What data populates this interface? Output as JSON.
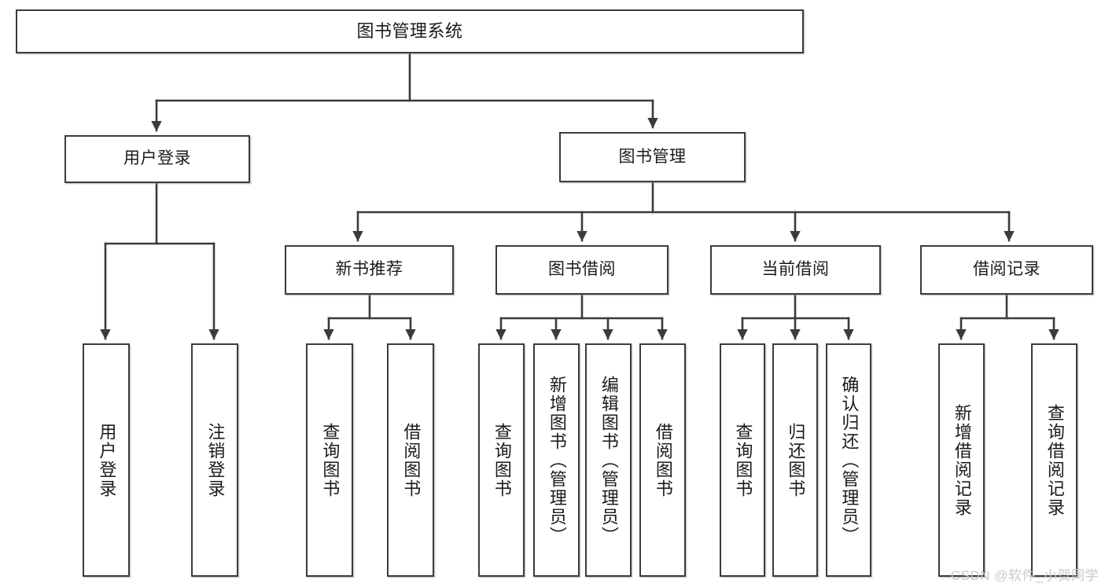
{
  "diagram": {
    "title": "图书管理系统",
    "watermark": "CSDN @软件_小贺同学",
    "line_color": "#3b3b3b",
    "box_border_color": "#3b3b3b",
    "box_fill_color": "#ffffff",
    "text_color": "#1b1b1b",
    "watermark_color": "#c9c9c9"
  },
  "root": {
    "label": "图书管理系统"
  },
  "level1": [
    {
      "label": "用户登录"
    },
    {
      "label": "图书管理"
    }
  ],
  "level2": [
    {
      "label": "新书推荐"
    },
    {
      "label": "图书借阅"
    },
    {
      "label": "当前借阅"
    },
    {
      "label": "借阅记录"
    }
  ],
  "leaves": {
    "user_login": [
      {
        "label": "用户登录"
      },
      {
        "label": "注销登录"
      }
    ],
    "new_book_recommend": [
      {
        "label": "查询图书"
      },
      {
        "label": "借阅图书"
      }
    ],
    "book_borrow": [
      {
        "label": "查询图书"
      },
      {
        "label": "新增图书（管理员）"
      },
      {
        "label": "编辑图书（管理员）"
      },
      {
        "label": "借阅图书"
      }
    ],
    "current_borrow": [
      {
        "label": "查询图书"
      },
      {
        "label": "归还图书"
      },
      {
        "label": "确认归还（管理员）"
      }
    ],
    "borrow_record": [
      {
        "label": "新增借阅记录"
      },
      {
        "label": "查询借阅记录"
      }
    ]
  }
}
